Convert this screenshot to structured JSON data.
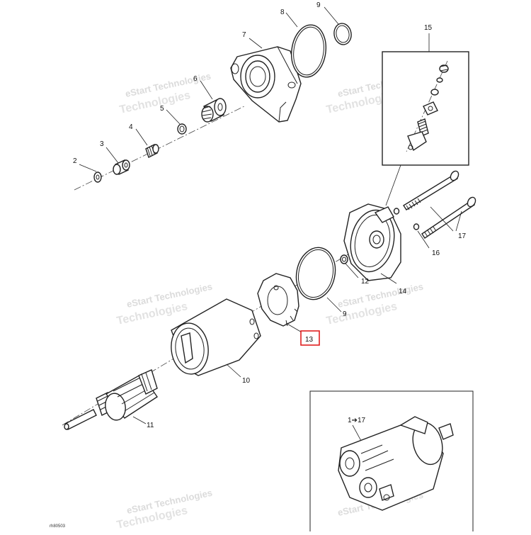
{
  "diagram": {
    "part_labels": [
      "2",
      "3",
      "4",
      "5",
      "6",
      "7",
      "8",
      "9",
      "9",
      "10",
      "11",
      "12",
      "13",
      "14",
      "15",
      "16",
      "17"
    ],
    "highlighted_part": "13",
    "highlight_color": "#e02020",
    "inset_label": "1➔17",
    "figure_code": "rh80503",
    "watermark_line1": "eStart Technologies",
    "watermark_line2": "Technologies"
  }
}
